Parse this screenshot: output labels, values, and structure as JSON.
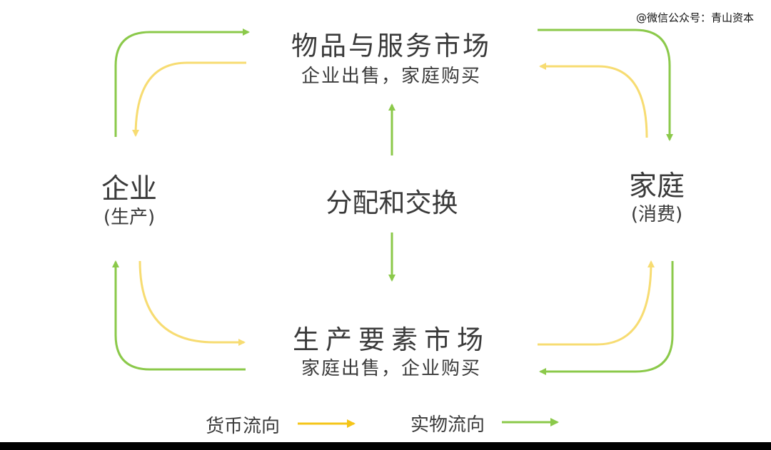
{
  "watermark": "@微信公众号：青山资本",
  "nodes": {
    "goods_market": {
      "title": "物品与服务市场",
      "subtitle": "企业出售，家庭购买"
    },
    "factor_market": {
      "title": "生产要素市场",
      "subtitle": "家庭出售，企业购买"
    },
    "firm": {
      "title": "企业",
      "subtitle": "(生产)"
    },
    "household": {
      "title": "家庭",
      "subtitle": "(消费)"
    },
    "center": {
      "title": "分配和交换"
    }
  },
  "legend": {
    "money_flow": {
      "label": "货币流向",
      "color": "#f5c518"
    },
    "goods_flow": {
      "label": "实物流向",
      "color": "#8bc94a"
    }
  },
  "colors": {
    "money_arc": "#f7dc72",
    "goods_arc": "#8bc94a",
    "text": "#3a3a3a"
  }
}
